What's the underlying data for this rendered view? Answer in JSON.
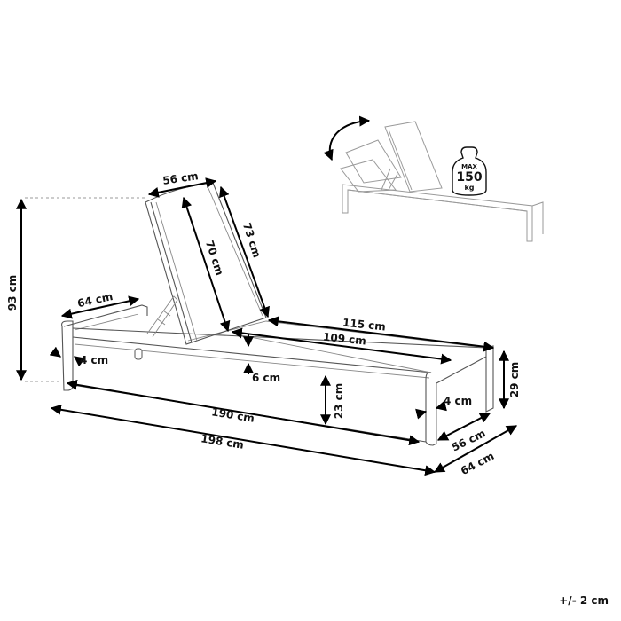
{
  "diagram": {
    "subject": "Sun lounger with adjustable backrest",
    "dimensions": {
      "backrest_width": "56 cm",
      "backrest_length_outer": "73 cm",
      "backrest_length_inner": "70 cm",
      "total_height": "93 cm",
      "foot_width": "64 cm",
      "frame_thickness_left": "4 cm",
      "frame_thickness_right": "4 cm",
      "seat_frame_depth": "6 cm",
      "seat_length_outer": "115 cm",
      "seat_length_inner": "109 cm",
      "seat_height": "23 cm",
      "leg_height": "29 cm",
      "inner_length": "190 cm",
      "total_length": "198 cm",
      "inner_width": "56 cm",
      "total_width": "64 cm"
    },
    "weight_badge": {
      "line1": "MAX",
      "line2": "150",
      "line3": "kg"
    },
    "tolerance": "+/- 2 cm"
  }
}
